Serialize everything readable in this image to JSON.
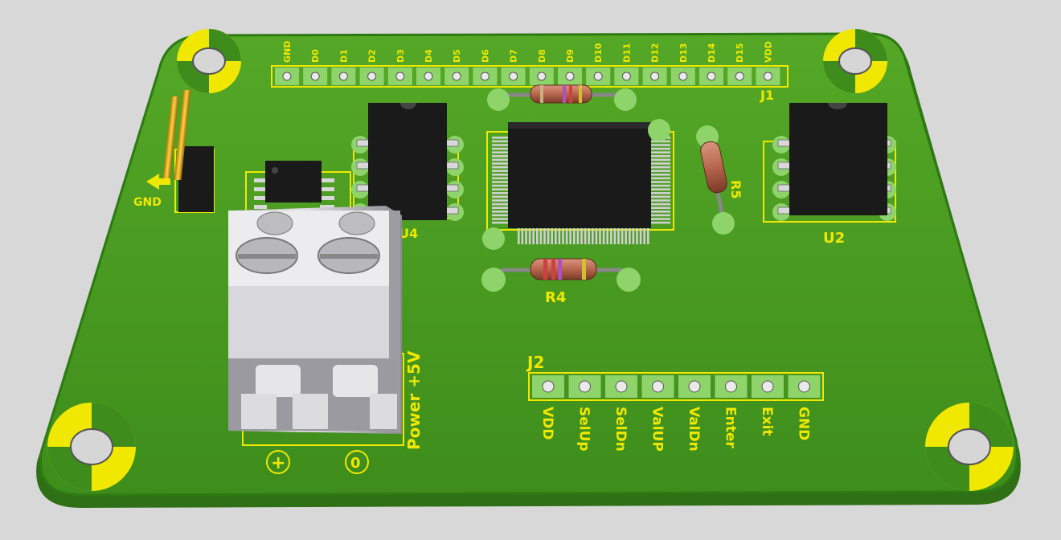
{
  "board": {
    "header_j1": {
      "pins": [
        "GND",
        "D0",
        "D1",
        "D2",
        "D3",
        "D4",
        "D5",
        "D6",
        "D7",
        "D8",
        "D9",
        "D10",
        "D11",
        "D12",
        "D13",
        "D14",
        "D15",
        "VDD"
      ],
      "designator": "J1"
    },
    "header_j2": {
      "designator": "J2",
      "pins": [
        "VDD",
        "SelUp",
        "SelDn",
        "ValUP",
        "ValDn",
        "Enter",
        "Exit",
        "GND"
      ]
    },
    "resistors": {
      "r4": "R4",
      "r5": "R5"
    },
    "ics": {
      "u2": "U2",
      "u4": "U4"
    },
    "jumper": {
      "label": "GND"
    },
    "power_terminal": {
      "label": "Power +5V",
      "plus": "+",
      "zero": "0"
    }
  },
  "colors": {
    "background": "#d8d8d8",
    "board": "#4a9a22",
    "board_edge": "#2f6f15",
    "silkscreen": "#f0e800",
    "copper_pad": "#8fd46a",
    "ic_body": "#1a1a1a"
  }
}
